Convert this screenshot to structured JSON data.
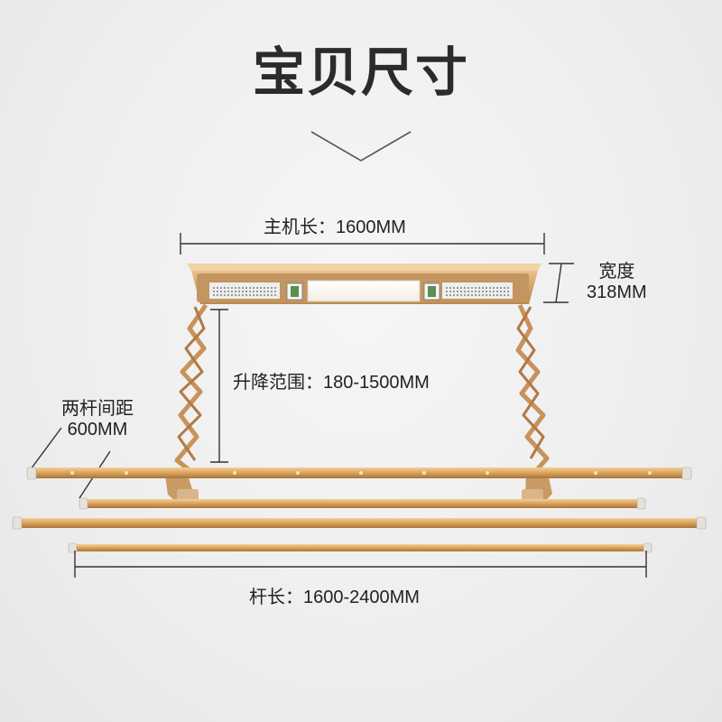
{
  "title": "宝贝尺寸",
  "dimensions": {
    "host_length": "主机长：1600MM",
    "width_label": "宽度",
    "width_value": "318MM",
    "lift_range": "升降范围：180-1500MM",
    "spacing_label": "两杆间距",
    "spacing_value": "600MM",
    "pole_length": "杆长：1600-2400MM"
  },
  "colors": {
    "gold": "#d8a25a",
    "gold_dark": "#a8743a",
    "panel": "#c99a63",
    "line": "#333333"
  }
}
